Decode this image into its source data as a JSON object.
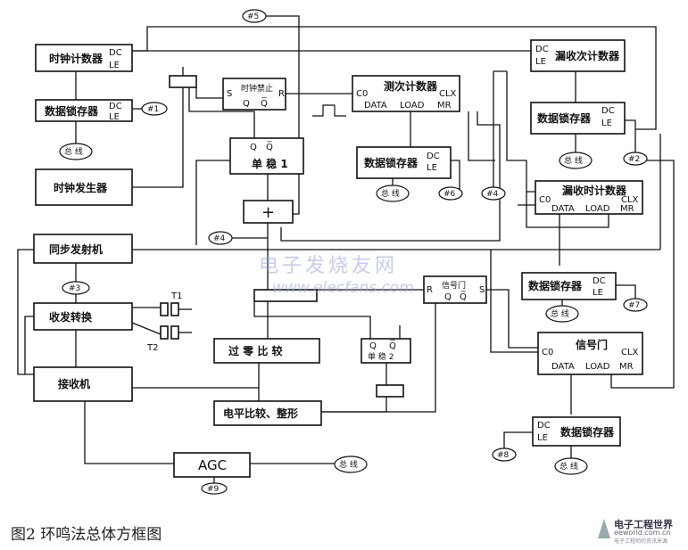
{
  "blocks": {
    "clock_counter": "时钟计数器",
    "data_latch_1": "数据锁存器",
    "clock_gen": "时钟发生器",
    "sync_tx": "同步发射机",
    "transceiver_switch": "收发转换",
    "receiver": "接收机",
    "agc": "AGC",
    "zero_cross": "过 零 比 较",
    "level_compare": "电平比较、整形",
    "clock_gate": "时钟禁止",
    "test_count_counter": "测次计数器",
    "data_latch_2": "数据锁存器",
    "monostable_1": "单 稳 1",
    "monostable_2": "单 稳 2",
    "leak_count_counter": "漏收次计数器",
    "data_latch_3": "数据锁存器",
    "leak_clock_counter": "漏收时计数器",
    "data_latch_4": "数据锁存器",
    "signal_gate_ff": "信号门",
    "signal_gate_counter": "信号门",
    "data_latch_5": "数据锁存器",
    "adder": "+"
  },
  "pins": {
    "dc": "DC",
    "le": "LE",
    "co": "C0",
    "clx": "CLX",
    "data": "DATA",
    "load": "LOAD",
    "mr": "MR",
    "s": "S",
    "r": "R",
    "q": "Q",
    "qbar": "Q̅"
  },
  "bus_label": "总 线",
  "tags": [
    "#1",
    "#2",
    "#3",
    "#4",
    "#5",
    "#6",
    "#7",
    "#8",
    "#9"
  ],
  "transducers": [
    "T1",
    "T2"
  ],
  "caption": "图2 环鸣法总体方框图",
  "watermark": {
    "cn": "电子发烧友网",
    "url": "www.elecfans.com"
  },
  "logo": {
    "cn": "电子工程世界",
    "url": "eeworld.com.cn",
    "sub": "电子工程师的资讯来源"
  }
}
